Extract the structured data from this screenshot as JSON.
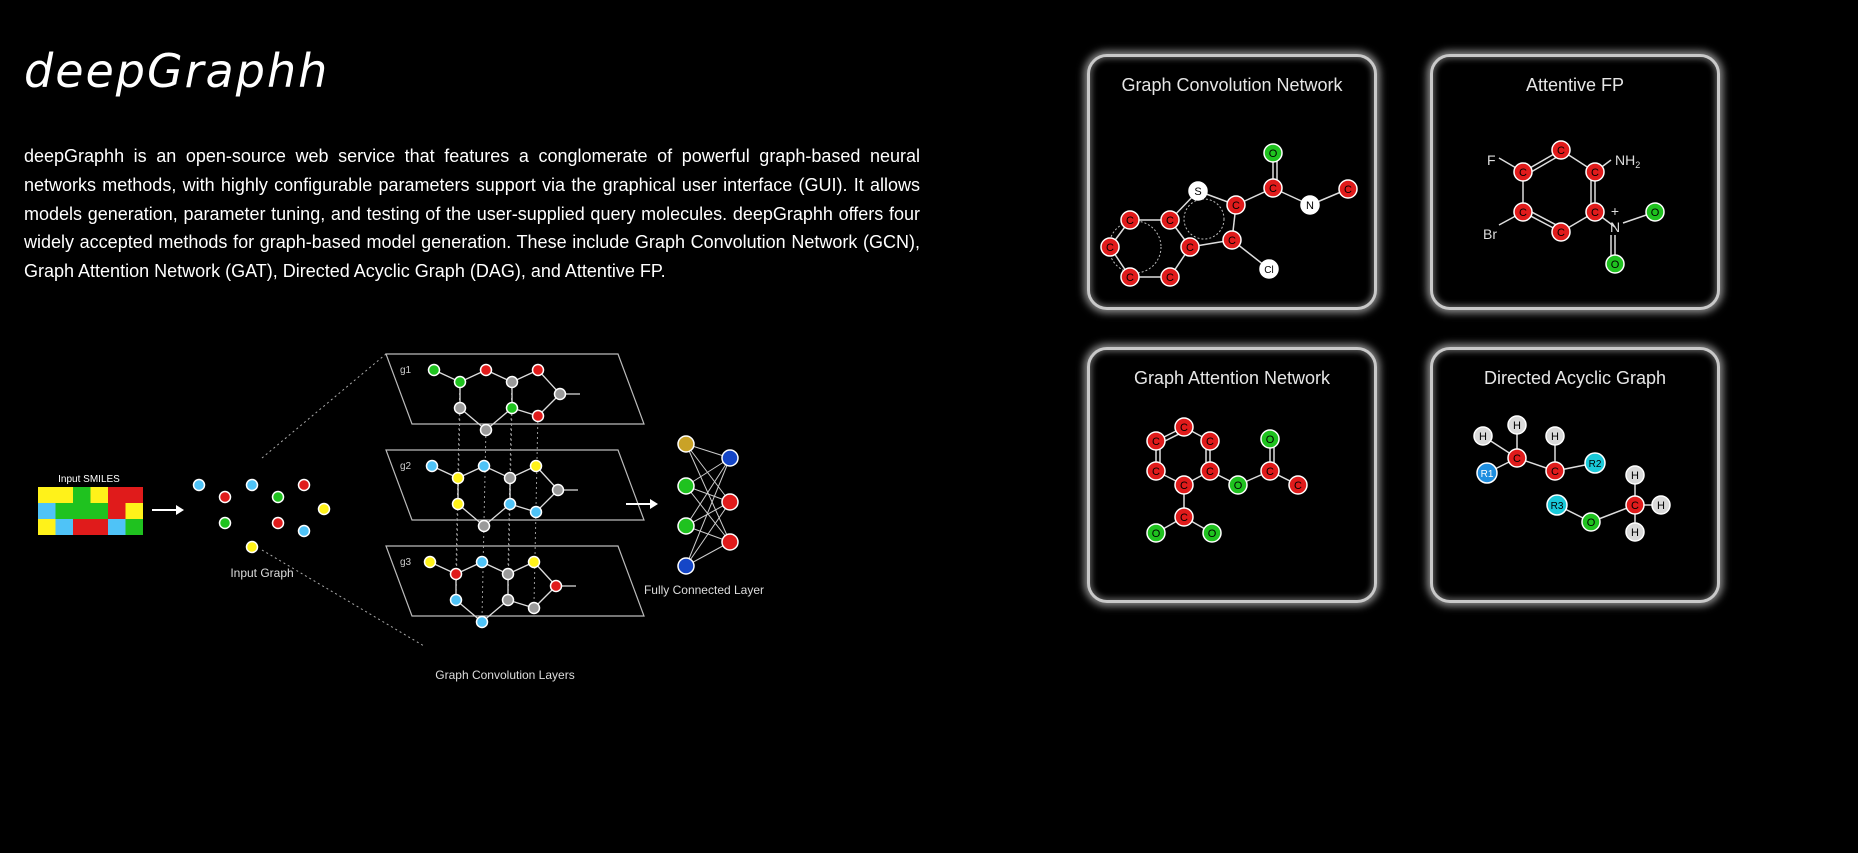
{
  "header": {
    "title": "deepGraphh"
  },
  "description": "deepGraphh is an open-source web service that features a conglomerate of powerful graph-based neural networks methods, with highly configurable parameters support via the graphical user interface (GUI). It allows models generation, parameter tuning, and testing of the user-supplied query molecules. deepGraphh offers four widely accepted methods for graph-based model generation. These include Graph Convolution Network (GCN), Graph Attention Network (GAT), Directed Acyclic Graph (DAG), and Attentive FP.",
  "pipeline": {
    "input_smiles_label": "Input SMILES",
    "input_graph_label": "Input Graph",
    "layers_label": "Graph Convolution Layers",
    "fc_label": "Fully Connected Layer",
    "layer_names": [
      "g1",
      "g2",
      "g3"
    ]
  },
  "cards": {
    "gcn": {
      "title": "Graph Convolution Network",
      "atoms": {
        "s": "S",
        "n": "N",
        "cl": "Cl",
        "o": "O",
        "c": "C"
      }
    },
    "afp": {
      "title": "Attentive FP",
      "atoms": {
        "f": "F",
        "br": "Br",
        "nh2": "NH",
        "nh2_sub": "2",
        "n": "N",
        "plus": "+",
        "o": "O",
        "c": "C"
      }
    },
    "gat": {
      "title": "Graph Attention Network",
      "atoms": {
        "c": "C",
        "o": "O"
      }
    },
    "dag": {
      "title": "Directed Acyclic Graph",
      "atoms": {
        "h": "H",
        "c": "C",
        "o": "O",
        "r1": "R1",
        "r2": "R2",
        "r3": "R3"
      }
    }
  },
  "colors": {
    "red": "#e01b1b",
    "green": "#1fc21f",
    "cyan": "#4fc3f7",
    "yellow": "#fff21a",
    "gray": "#9a9a9a",
    "blue": "#1546c7",
    "gold": "#c9a227",
    "white": "#ffffff",
    "r_blue": "#1f8fe0",
    "r_cyan": "#19c9d9",
    "h_gray": "#d9d9d9"
  }
}
